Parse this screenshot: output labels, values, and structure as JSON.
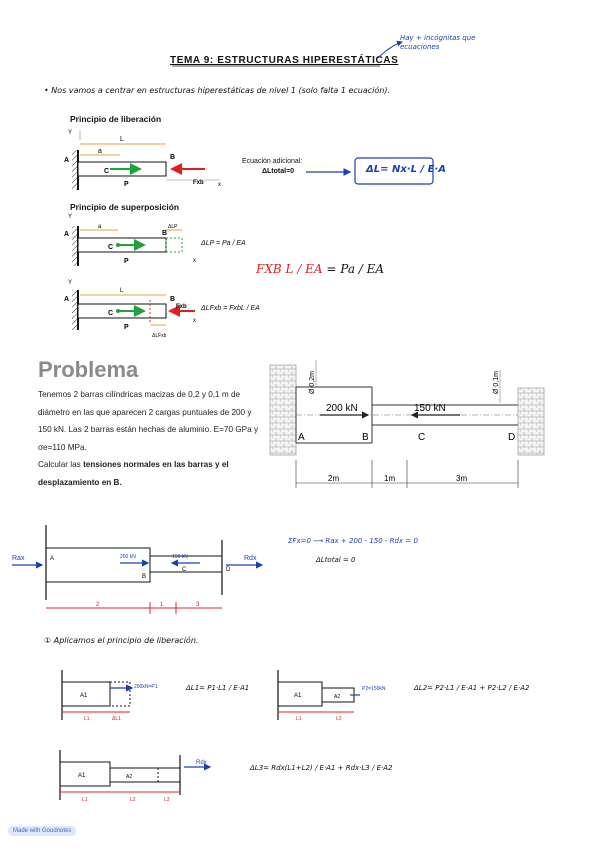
{
  "header": {
    "title": "TEMA 9: ESTRUCTURAS HIPERESTÁTICAS",
    "side_note": "Hay + incógnitas que ecuaciones"
  },
  "intro_note": "• Nos vamos a centrar en estructuras hiperestáticas de nivel 1 (solo falta 1 ecuación).",
  "principio_liberacion": {
    "heading": "Principio de liberación",
    "labels": {
      "A": "A",
      "B": "B",
      "C": "C",
      "P": "P",
      "L": "L",
      "a": "a",
      "Fxb": "Fxb",
      "x": "x",
      "y": "Y"
    },
    "ecuacion_label": "Ecuación adicional:",
    "ecuacion": "ΔLtotal=0",
    "boxed": "ΔL= Nx·L / E·A"
  },
  "principio_superposicion": {
    "heading": "Principio de superposición",
    "dlp_label": "ΔLP",
    "dlp_formula": "ΔLP = Pa / EA",
    "dlf_label": "ΔLFxb",
    "dlf_formula": "ΔLFxb = FxbL / EA",
    "main_equation_left": "FXB L / EA",
    "main_equation_right": "Pa / EA"
  },
  "problema": {
    "title": "Problema",
    "text_1": "Tenemos 2 barras cilíndricas macizas de 0,2 y 0,1 m de diámetro en las que aparecen 2 cargas puntuales de 200 y 150 kN. Las 2 barras están hechas de aluminio. E=70 GPa y σe=110 MPa.",
    "text_2": "Calcular las ",
    "text_2_bold": "tensiones normales en las barras y el desplazamiento en B."
  },
  "figure": {
    "d1": "Ø 0,2m",
    "d2": "Ø 0,1m",
    "f1": "200 kN",
    "f2": "150 kN",
    "points": [
      "A",
      "B",
      "C",
      "D"
    ],
    "dims": [
      "2m",
      "1m",
      "3m"
    ]
  },
  "handwritten": {
    "rax": "Rax",
    "rdx": "Rdx",
    "f1": "200 kN",
    "f2": "150 kN",
    "eq1": "ΣFx=0 ⟶ Rax + 200 - 150 - Rdx = 0",
    "eq2": "ΔLtotal = 0",
    "step1": "① Aplicamos el principio de liberación.",
    "f1_formula": "ΔL1= P1·L1 / E·A1",
    "f2_formula": "ΔL2= P2·L1 / E·A1 + P2·L2 / E·A2",
    "f3_formula": "ΔL3= Rdx(L1+L2) / E·A1 + Rdx·L3 / E·A2",
    "load_p1": "200kN=P1",
    "load_p2": "P2=150kN",
    "A1": "A1",
    "A2": "A2",
    "L1": "L1",
    "L2": "L2",
    "L3": "L3",
    "dl1": "ΔL1",
    "rdx2": "Rdx"
  },
  "footer": {
    "badge": "Made with Goodnotes"
  },
  "colors": {
    "blue": "#1a3fb8",
    "red": "#e02020",
    "green": "#1fa33a",
    "orange": "#e8a23c"
  }
}
